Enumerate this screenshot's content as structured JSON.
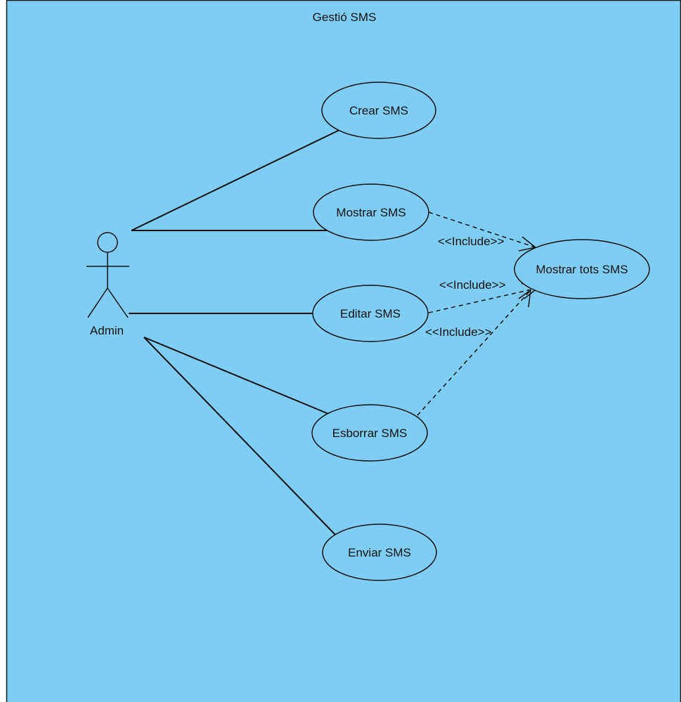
{
  "diagram": {
    "type": "uml-use-case",
    "system_boundary": {
      "title": "Gestió SMS",
      "fill_color": "#7ecef4",
      "border_color": "#1a1a1a"
    },
    "actor": {
      "name": "Admin"
    },
    "use_cases": {
      "crear": "Crear SMS",
      "mostrar": "Mostrar SMS",
      "editar": "Editar SMS",
      "esborrar": "Esborrar SMS",
      "enviar": "Enviar SMS",
      "mostrar_tots": "Mostrar tots SMS"
    },
    "relations": {
      "include_label_1": "<<Include>>",
      "include_label_2": "<<Include>>",
      "include_label_3": "<<Include>>"
    }
  }
}
